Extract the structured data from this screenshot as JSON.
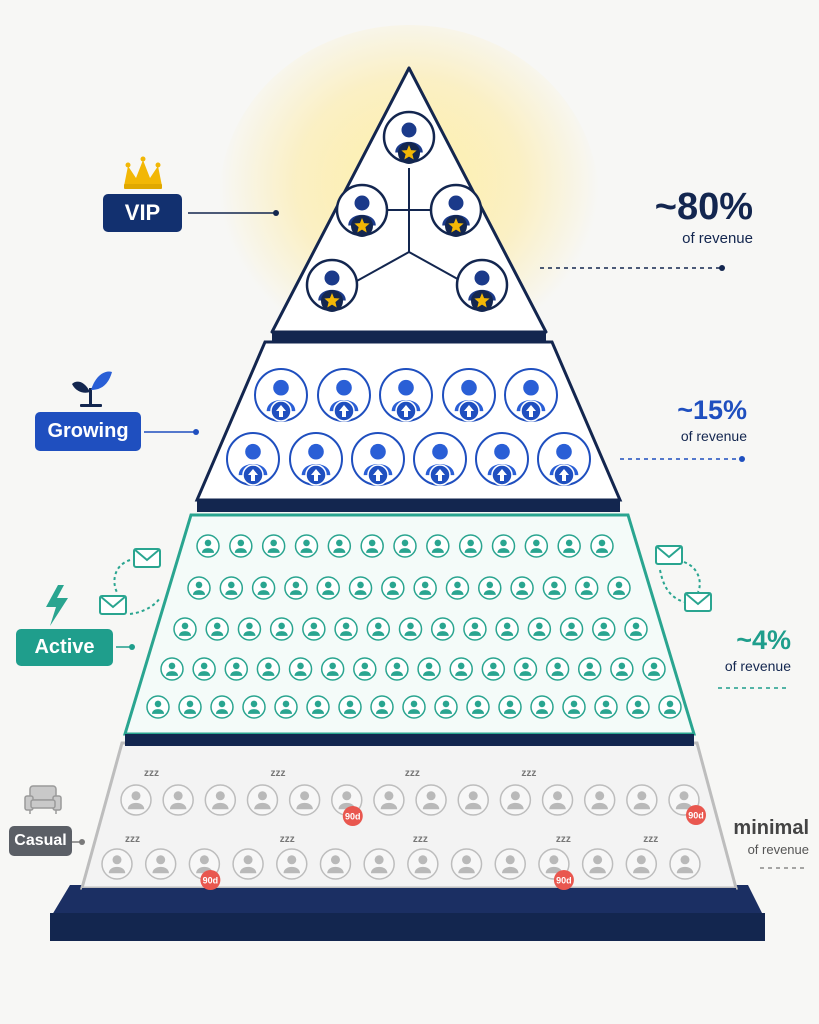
{
  "tiers": [
    {
      "key": "vip",
      "label": "VIP",
      "percent": "~80%",
      "revenue_text": "of revenue",
      "color": "#12306f",
      "icon": "crown-icon"
    },
    {
      "key": "growing",
      "label": "Growing",
      "percent": "~15%",
      "revenue_text": "of revenue",
      "color": "#1f4fbf",
      "icon": "sprout-icon"
    },
    {
      "key": "active",
      "label": "Active",
      "percent": "~4%",
      "revenue_text": "of revenue",
      "color": "#1f9e8c",
      "icon": "lightning-icon"
    },
    {
      "key": "casual",
      "label": "Casual",
      "percent": "minimal",
      "revenue_text": "of revenue",
      "color": "#5b5f66",
      "icon": "armchair-icon"
    }
  ],
  "badges": {
    "inactivity": "90d",
    "sleep": "zzz"
  },
  "colors": {
    "navy": "#13264f",
    "vip_icon": "#1b3a8a",
    "growing_icon": "#2a5fd6",
    "active_icon": "#2aa590",
    "casual_icon": "#b9b9b9",
    "star": "#f2b705",
    "badge_red": "#e9574f"
  }
}
